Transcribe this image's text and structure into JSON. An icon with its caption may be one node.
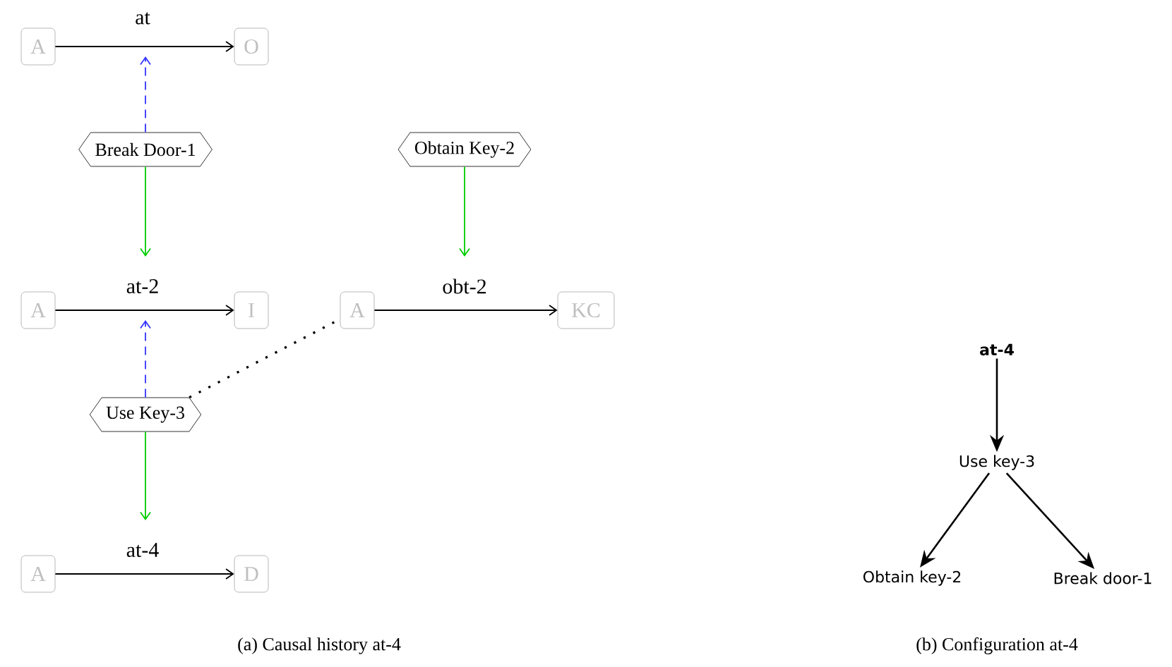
{
  "diagram": {
    "nodes": [
      {
        "text": [
          "A"
        ]
      },
      {
        "text": [
          "O"
        ]
      },
      {
        "text": [
          "Break Door-1"
        ]
      },
      {
        "text": [
          "Obtain Key-2"
        ]
      },
      {
        "text": [
          "A"
        ]
      },
      {
        "text": [
          "I"
        ]
      },
      {
        "text": [
          "A"
        ]
      },
      {
        "text": [
          "KC"
        ]
      },
      {
        "text": [
          "Use Key-3"
        ]
      },
      {
        "text": [
          "A"
        ]
      },
      {
        "text": [
          "D"
        ]
      },
      {
        "text": [
          "at-4"
        ]
      },
      {
        "text": [
          "Use key-3"
        ]
      },
      {
        "text": [
          "Obtain key-2"
        ]
      },
      {
        "text": [
          "Break door-1"
        ]
      }
    ],
    "edges": [
      {
        "from": 0,
        "to": 1,
        "arrow": "to",
        "label": "at"
      },
      {
        "from": 4,
        "to": 5,
        "arrow": "to",
        "label": "at-2"
      },
      {
        "from": 6,
        "to": 7,
        "arrow": "to",
        "label": "obt-2"
      },
      {
        "from": 9,
        "to": 10,
        "arrow": "to",
        "label": "at-4"
      },
      {
        "from": 2,
        "to": null,
        "arrow": "to",
        "style": "dashed",
        "color": "#3333ff"
      },
      {
        "from": 2,
        "to": null,
        "arrow": "to",
        "color": "#00cc00"
      },
      {
        "from": 3,
        "to": null,
        "arrow": "to",
        "color": "#00cc00"
      },
      {
        "from": 8,
        "to": null,
        "arrow": "to",
        "style": "dashed",
        "color": "#3333ff"
      },
      {
        "from": 8,
        "to": null,
        "arrow": "to",
        "color": "#00cc00"
      },
      {
        "from": 8,
        "to": 6,
        "arrow": "none",
        "style": "dashed"
      },
      {
        "from": 11,
        "to": 12,
        "arrow": "to"
      },
      {
        "from": 12,
        "to": 13,
        "arrow": "to"
      },
      {
        "from": 12,
        "to": 14,
        "arrow": "to"
      }
    ],
    "labels": [
      "(a) Causal history at-4",
      "(b) Configuration at-4"
    ]
  }
}
